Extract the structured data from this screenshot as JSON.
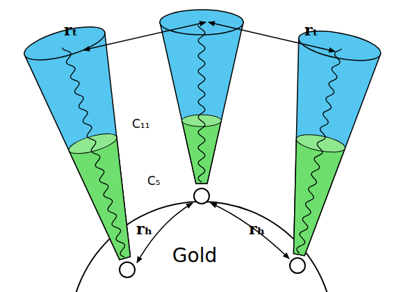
{
  "diagram": {
    "nodes": [
      {
        "text": [
          "Gold"
        ]
      }
    ],
    "labels": [
      "rₜ",
      "rₜ",
      "C₁₁",
      "C₅",
      "rₕ",
      "rₕ"
    ]
  }
}
